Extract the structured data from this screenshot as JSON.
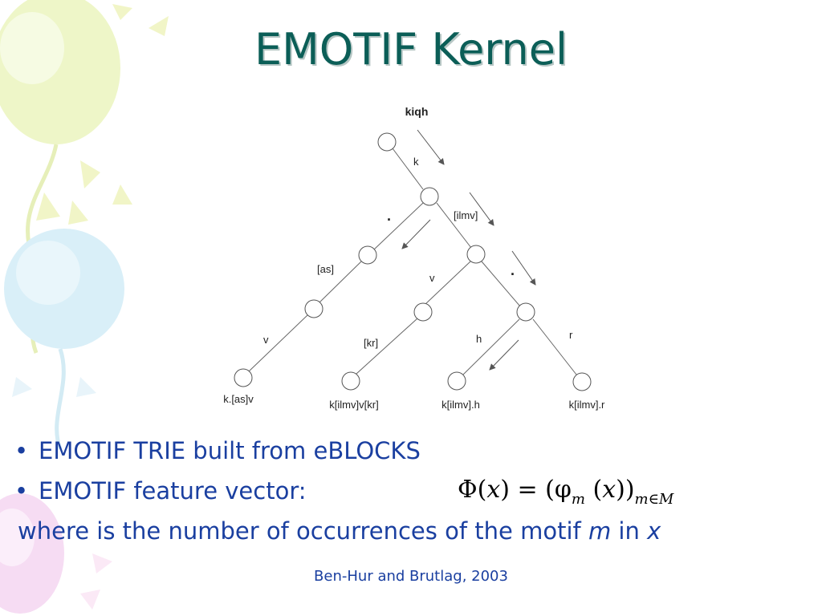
{
  "slide": {
    "title": "EMOTIF Kernel",
    "bullets": [
      "EMOTIF TRIE built from eBLOCKS",
      "EMOTIF feature vector:"
    ],
    "where_text": {
      "prefix": "where is the number of occurrences of the motif ",
      "m": "m",
      "middle": " in ",
      "x": "x"
    },
    "citation": "Ben-Hur and Brutlag, 2003",
    "colors": {
      "title": "#0b5e57",
      "text": "#1a3fa0"
    }
  },
  "formula": {
    "lhs": "Φ(",
    "x1": "x",
    "eq": ") = (φ",
    "sub_m": "m",
    "mid": " (",
    "x2": "x",
    "close": "))",
    "sub_set": "m∈M"
  },
  "trie": {
    "root_label": "kiqh",
    "nodes": [
      "n0",
      "n1",
      "n2",
      "n3",
      "n4",
      "n5",
      "n6",
      "n7",
      "n8",
      "n9",
      "n10"
    ],
    "edges": [
      {
        "from": "n0",
        "to": "n1",
        "label": "k"
      },
      {
        "from": "n1",
        "to": "n2",
        "label": "."
      },
      {
        "from": "n1",
        "to": "n5",
        "label": "[ilmv]"
      },
      {
        "from": "n2",
        "to": "n3",
        "label": "[as]"
      },
      {
        "from": "n3",
        "to": "n4",
        "label": "v"
      },
      {
        "from": "n5",
        "to": "n6",
        "label": "v"
      },
      {
        "from": "n5",
        "to": "n8",
        "label": "."
      },
      {
        "from": "n6",
        "to": "n7",
        "label": "[kr]"
      },
      {
        "from": "n8",
        "to": "n9",
        "label": "h"
      },
      {
        "from": "n8",
        "to": "n10",
        "label": "r"
      }
    ],
    "leaf_labels": [
      "k.[as]v",
      "k[ilmv]v[kr]",
      "k[ilmv].h",
      "k[ilmv].r"
    ]
  }
}
